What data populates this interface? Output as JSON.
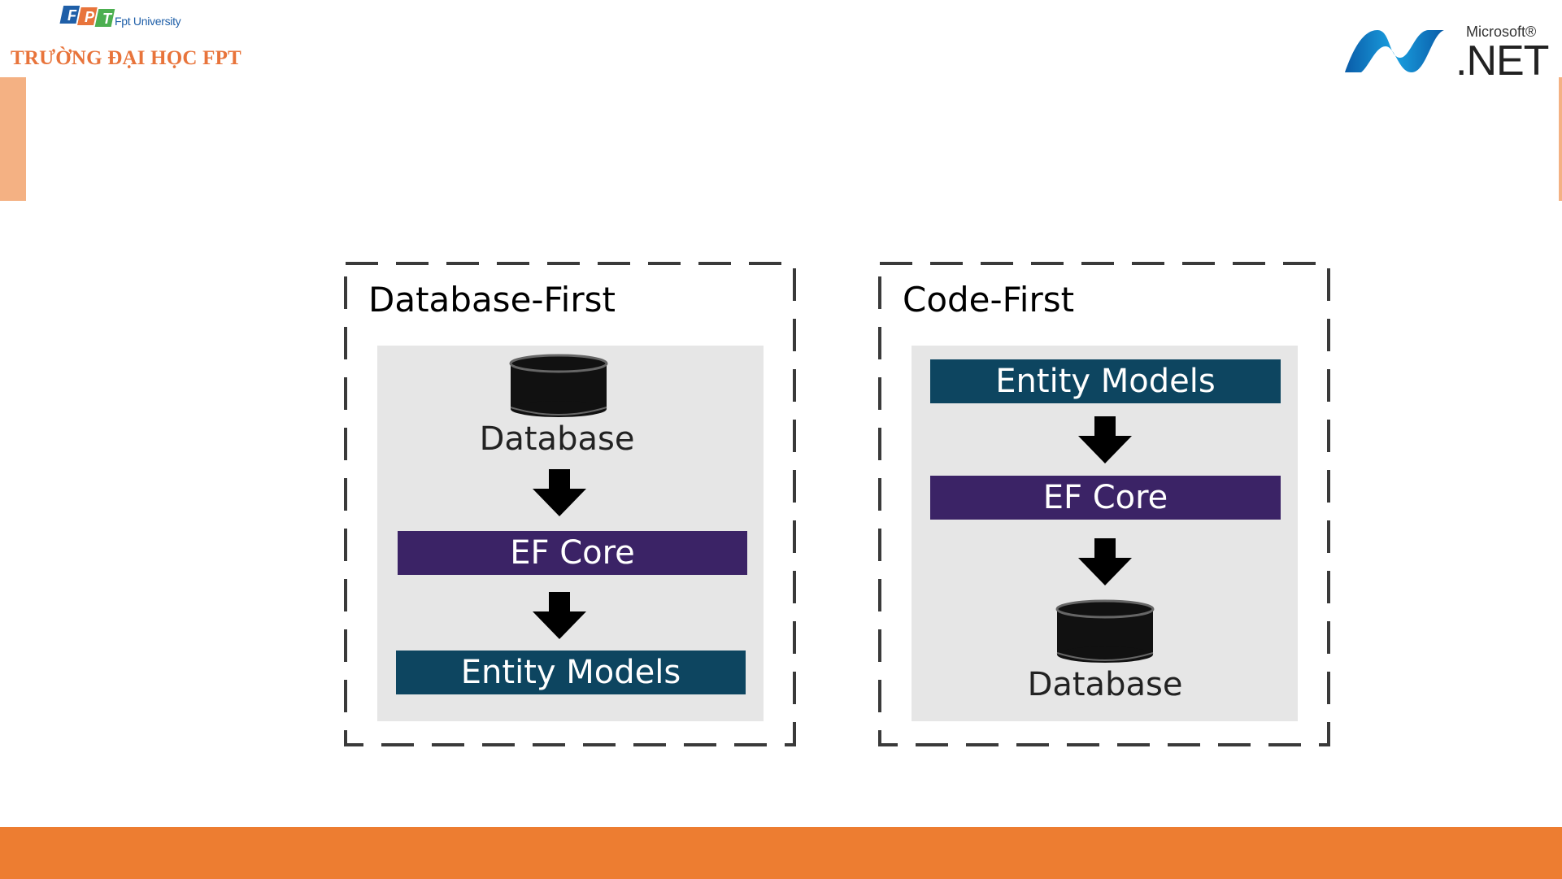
{
  "header": {
    "university_small": "Fpt University",
    "university_title": "TRƯỜNG ĐẠI HỌC FPT",
    "fpt_letters": [
      "F",
      "P",
      "T"
    ],
    "net_brand": "Microsoft®",
    "net_text": ".NET"
  },
  "colors": {
    "accent_orange": "#ed7d31",
    "accent_light": "#f4b183",
    "ef_core_purple": "#3b2366",
    "entity_teal": "#0d4560",
    "panel_gray": "#e6e6e6"
  },
  "diagram": {
    "database_first": {
      "title": "Database-First",
      "database_label": "Database",
      "ef_core_label": "EF Core",
      "entity_label": "Entity Models"
    },
    "code_first": {
      "title": "Code-First",
      "entity_label": "Entity Models",
      "ef_core_label": "EF Core",
      "database_label": "Database"
    }
  }
}
